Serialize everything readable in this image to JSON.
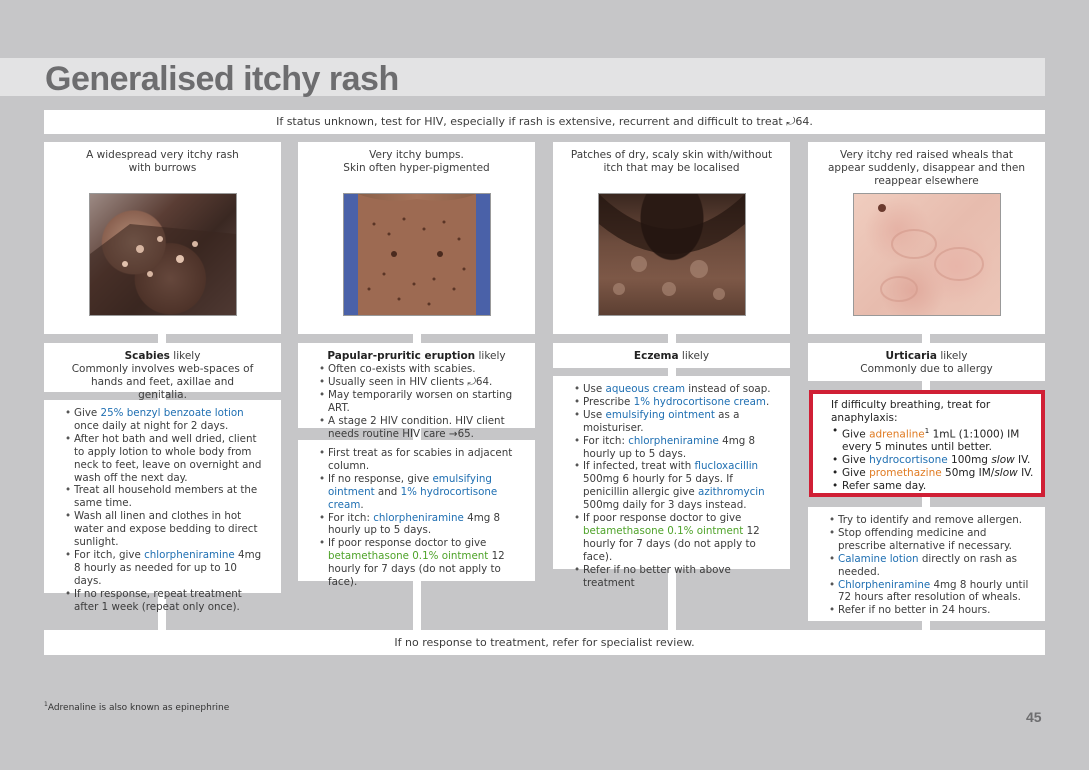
{
  "page": {
    "title": "Generalised itchy rash",
    "page_number": "45",
    "footnote_marker": "1",
    "footnote_text": "Adrenaline is also known as epinephrine"
  },
  "top_note": {
    "text": "If status unknown, test for HIV, especially if rash is extensive, recurrent and difficult to treat ",
    "arrow": "⤾",
    "ref": "64."
  },
  "bottom_note": "If no response to treatment, refer for specialist review.",
  "columns": [
    {
      "description": [
        "A widespread very itchy rash",
        "with burrows"
      ],
      "photo": "scabies-photo",
      "diagnosis": "Scabies",
      "likely": " likely",
      "diagnosis_sub": "Commonly involves web-spaces of hands and feet, axillae and genitalia."
    },
    {
      "description": [
        "Very itchy bumps.",
        "Skin often hyper-pigmented"
      ],
      "photo": "papular-pruritic-photo",
      "diagnosis": "Papular-pruritic eruption",
      "likely": " likely"
    },
    {
      "description": [
        "Patches of dry, scaly skin with/without",
        "itch that may be localised"
      ],
      "photo": "eczema-photo",
      "diagnosis": "Eczema",
      "likely": " likely"
    },
    {
      "description": [
        "Very itchy red raised wheals that",
        "appear suddenly, disappear and then",
        "reappear elsewhere"
      ],
      "photo": "urticaria-photo",
      "diagnosis": "Urticaria",
      "likely": " likely",
      "diagnosis_sub": "Commonly due to allergy"
    }
  ],
  "pp_features": {
    "f1": "Often co-exists with scabies.",
    "f2": "Usually seen in HIV clients ",
    "f2_arrow": "⤾",
    "f2_ref": "64.",
    "f3": "May temporarily worsen on starting ART.",
    "f4": "A stage 2 HIV condition. HIV client needs routine HIV care ",
    "f4_arrow": "→",
    "f4_ref": "65."
  },
  "scabies_tx": {
    "t1_a": "Give ",
    "t1_drug": "25% benzyl benzoate lotion",
    "t1_b": " once daily at night for 2 days.",
    "t2": "After hot bath and well dried, client to apply lotion to whole body from neck to feet, leave on overnight and wash off the next day.",
    "t3": "Treat all household members at the same time.",
    "t4": "Wash all linen and clothes in hot water and expose bedding to direct sunlight.",
    "t5_a": "For itch, give ",
    "t5_drug": "chlorpheniramine",
    "t5_b": " 4mg 8 hourly as needed for up to 10 days.",
    "t6": "If no response, repeat treatment after 1 week (repeat only once)."
  },
  "pp_tx": {
    "t1": "First treat as for scabies in adjacent column.",
    "t2_a": "If no response, give ",
    "t2_drug1": "emulsifying ointment",
    "t2_mid": " and ",
    "t2_drug2": "1% hydrocortisone cream",
    "t2_b": ".",
    "t3_a": "For itch: ",
    "t3_drug": "chlorpheniramine",
    "t3_b": " 4mg 8 hourly up to 5 days.",
    "t4_a": "If poor response doctor to give ",
    "t4_drug": "betamethasone 0.1% ointment",
    "t4_b": " 12 hourly for 7 days (do not apply to face)."
  },
  "eczema_tx": {
    "t1_a": "Use ",
    "t1_drug": "aqueous cream",
    "t1_b": " instead of soap.",
    "t2_a": "Prescribe ",
    "t2_drug": "1% hydrocortisone cream",
    "t2_b": ".",
    "t3_a": "Use ",
    "t3_drug": "emulsifying ointment",
    "t3_b": " as a moisturiser.",
    "t4_a": "For itch: ",
    "t4_drug": "chlorpheniramine",
    "t4_b": " 4mg 8 hourly up to 5 days.",
    "t5_a": "If infected, treat with ",
    "t5_drug1": "flucloxacillin",
    "t5_mid": " 500mg 6 hourly for 5 days. If penicillin allergic give ",
    "t5_drug2": "azithromycin",
    "t5_b": " 500mg daily for 3 days instead.",
    "t6_a": "If poor response doctor to give ",
    "t6_drug": "betamethasone 0.1% ointment",
    "t6_b": " 12 hourly for 7 days (do not apply to face).",
    "t7": "Refer if no better with above treatment"
  },
  "urticaria_alert": {
    "heading": "If difficulty breathing, treat for anaphylaxis:",
    "a1_a": "Give ",
    "a1_drug": "adrenaline",
    "a1_sup": "1",
    "a1_b": " 1mL (1:1000) IM every 5 minutes until better.",
    "a2_a": "Give ",
    "a2_drug": "hydrocortisone",
    "a2_b": " 100mg ",
    "a2_em": "slow",
    "a2_c": " IV.",
    "a3_a": "Give ",
    "a3_drug": "promethazine",
    "a3_b": " 50mg IM/",
    "a3_em": "slow",
    "a3_c": " IV.",
    "a4": "Refer same day."
  },
  "urticaria_tx": {
    "t1": "Try to identify and remove allergen.",
    "t2": "Stop offending medicine and prescribe alternative if necessary.",
    "t3_drug": "Calamine lotion",
    "t3_b": " directly on rash as needed.",
    "t4_drug": "Chlorpheniramine",
    "t4_b": " 4mg 8 hourly until 72 hours after resolution of wheals.",
    "t5": "Refer if no better in 24 hours."
  },
  "colors": {
    "drug_blue": "#1f6fb2",
    "drug_green": "#4fa32a",
    "drug_orange": "#e07b22",
    "alert_red": "#d01f35",
    "background": "#c6c6c8"
  }
}
